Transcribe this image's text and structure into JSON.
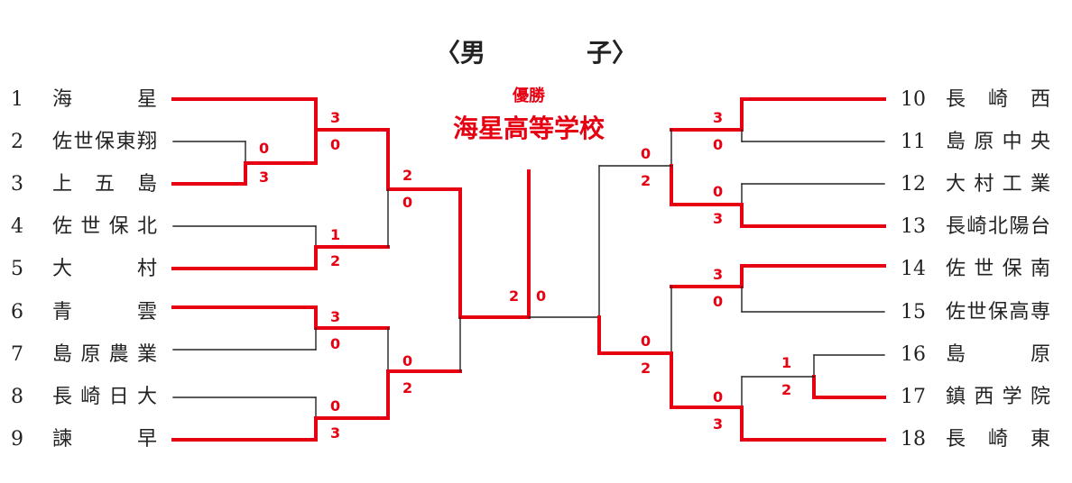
{
  "title": "〈男　　　　子〉",
  "winner_label": "優勝",
  "champion": "海星高等学校",
  "final_scores": [
    "2",
    "0"
  ],
  "colors": {
    "win": "#e60012",
    "lose": "#222222"
  },
  "left_teams": [
    {
      "num": "1",
      "name": "海　　星"
    },
    {
      "num": "2",
      "name": "佐世保東翔"
    },
    {
      "num": "3",
      "name": "上　五　島"
    },
    {
      "num": "4",
      "name": "佐 世 保 北"
    },
    {
      "num": "5",
      "name": "大　　村"
    },
    {
      "num": "6",
      "name": "青　　雲"
    },
    {
      "num": "7",
      "name": "島 原 農 業"
    },
    {
      "num": "8",
      "name": "長 崎 日 大"
    },
    {
      "num": "9",
      "name": "諫　　早"
    }
  ],
  "right_teams": [
    {
      "num": "10",
      "name": "長　崎　西"
    },
    {
      "num": "11",
      "name": "島 原 中 央"
    },
    {
      "num": "12",
      "name": "大 村 工 業"
    },
    {
      "num": "13",
      "name": "長崎北陽台"
    },
    {
      "num": "14",
      "name": "佐 世 保 南"
    },
    {
      "num": "15",
      "name": "佐世保高専"
    },
    {
      "num": "16",
      "name": "島　　原"
    },
    {
      "num": "17",
      "name": "鎮 西 学 院"
    },
    {
      "num": "18",
      "name": "長　崎　東"
    }
  ],
  "left_matches": [
    {
      "id": "L-r1-2v3",
      "scores": [
        "0",
        "3"
      ]
    },
    {
      "id": "L-r2-1vW",
      "scores": [
        "3",
        "0"
      ]
    },
    {
      "id": "L-r2-4v5",
      "scores": [
        "1",
        "2"
      ]
    },
    {
      "id": "L-r2-6v7",
      "scores": [
        "3",
        "0"
      ]
    },
    {
      "id": "L-r2-8v9",
      "scores": [
        "0",
        "3"
      ]
    },
    {
      "id": "L-r3-top",
      "scores": [
        "2",
        "0"
      ]
    },
    {
      "id": "L-r3-bot",
      "scores": [
        "0",
        "2"
      ]
    }
  ],
  "right_matches": [
    {
      "id": "R-r1-10v11",
      "scores": [
        "3",
        "0"
      ]
    },
    {
      "id": "R-r1-12v13",
      "scores": [
        "0",
        "3"
      ]
    },
    {
      "id": "R-r1-14v15",
      "scores": [
        "3",
        "0"
      ]
    },
    {
      "id": "R-r1-16v17",
      "scores": [
        "1",
        "2"
      ]
    },
    {
      "id": "R-r2-17v18",
      "scores": [
        "0",
        "3"
      ]
    },
    {
      "id": "R-r3-top",
      "scores": [
        "0",
        "2"
      ]
    },
    {
      "id": "R-r3-bot",
      "scores": [
        "0",
        "2"
      ]
    }
  ]
}
